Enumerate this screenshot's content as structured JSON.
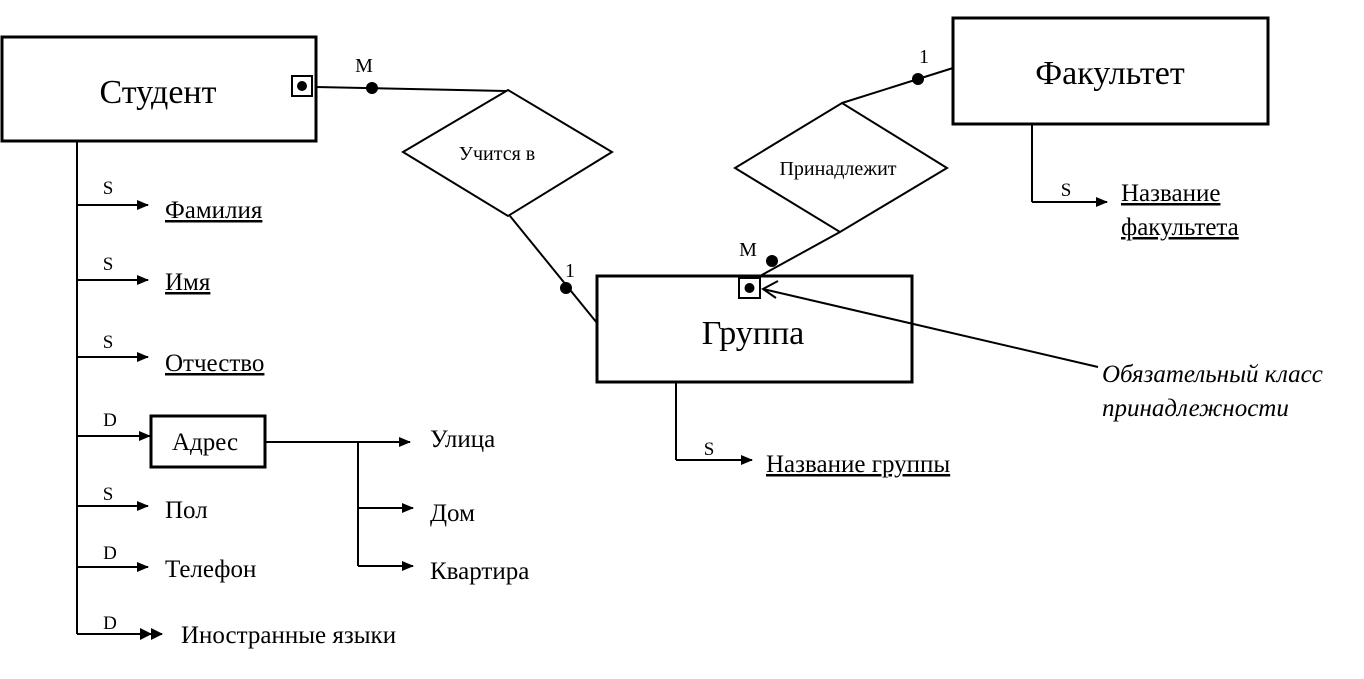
{
  "entities": {
    "student": "Студент",
    "faculty": "Факультет",
    "group": "Группа"
  },
  "relationships": {
    "studies_in": "Учится в",
    "belongs_to": "Принадлежит"
  },
  "cardinalities": {
    "student_side": "M",
    "group_side_studies": "1",
    "faculty_side": "1",
    "group_side_belongs": "M"
  },
  "student_attributes": [
    {
      "kind": "S",
      "name": "Фамилия"
    },
    {
      "kind": "S",
      "name": "Имя"
    },
    {
      "kind": "S",
      "name": "Отчество"
    },
    {
      "kind": "D",
      "name": "Адрес"
    },
    {
      "kind": "S",
      "name": "Пол"
    },
    {
      "kind": "D",
      "name": "Телефон"
    },
    {
      "kind": "D",
      "name": "Иностранные языки"
    }
  ],
  "address_parts": [
    "Улица",
    "Дом",
    "Квартира"
  ],
  "faculty_attribute": {
    "kind": "S",
    "line1": "Название",
    "line2": "факультета"
  },
  "group_attribute": {
    "kind": "S",
    "name": "Название группы"
  },
  "note": {
    "line1": "Обязательный класс",
    "line2": "принадлежности"
  }
}
